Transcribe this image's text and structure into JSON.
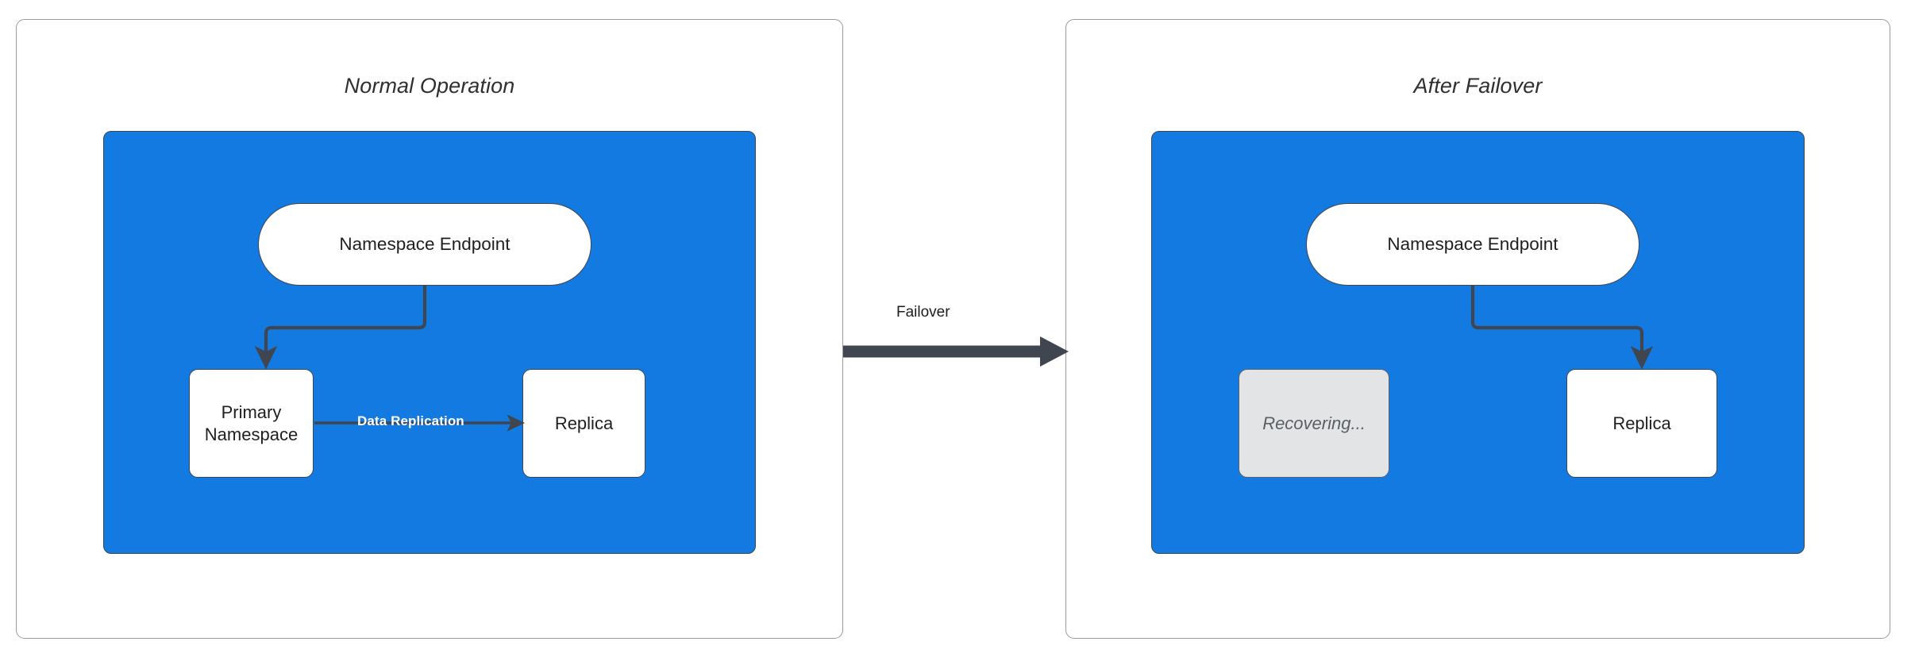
{
  "diagram": {
    "title_left": "Normal Operation",
    "title_right": "After Failover",
    "transition_label": "Failover",
    "colors": {
      "group_fill": "#127ae0",
      "node_stroke": "#3f4650",
      "node_fill": "#ffffff",
      "disabled_fill": "#e3e4e6",
      "disabled_text": "#5b6066",
      "panel_border": "#9a9a9a",
      "edge_stroke": "#3f4650",
      "replication_label": "#ffffff",
      "canvas": "#ffffff"
    }
  },
  "panels": [
    {
      "id": "normal-operation",
      "title": "Normal Operation",
      "nodes": [
        {
          "id": "endpoint",
          "label": "Namespace Endpoint",
          "shape": "pill",
          "state": "active"
        },
        {
          "id": "primary",
          "label": "Primary Namespace",
          "shape": "box",
          "state": "active"
        },
        {
          "id": "replica",
          "label": "Replica",
          "shape": "box",
          "state": "active"
        }
      ],
      "edges": [
        {
          "from": "endpoint",
          "to": "primary",
          "label": ""
        },
        {
          "from": "primary",
          "to": "replica",
          "label": "Data Replication"
        }
      ]
    },
    {
      "id": "after-failover",
      "title": "After Failover",
      "nodes": [
        {
          "id": "endpoint",
          "label": "Namespace Endpoint",
          "shape": "pill",
          "state": "active"
        },
        {
          "id": "recovering",
          "label": "Recovering...",
          "shape": "box",
          "state": "disabled"
        },
        {
          "id": "replica",
          "label": "Replica",
          "shape": "box",
          "state": "active"
        }
      ],
      "edges": [
        {
          "from": "endpoint",
          "to": "replica",
          "label": ""
        }
      ]
    }
  ],
  "labels": {
    "namespace_endpoint": "Namespace Endpoint",
    "primary_namespace_line1": "Primary",
    "primary_namespace_line2": "Namespace",
    "replica": "Replica",
    "recovering": "Recovering...",
    "data_replication": "Data Replication",
    "failover": "Failover"
  }
}
